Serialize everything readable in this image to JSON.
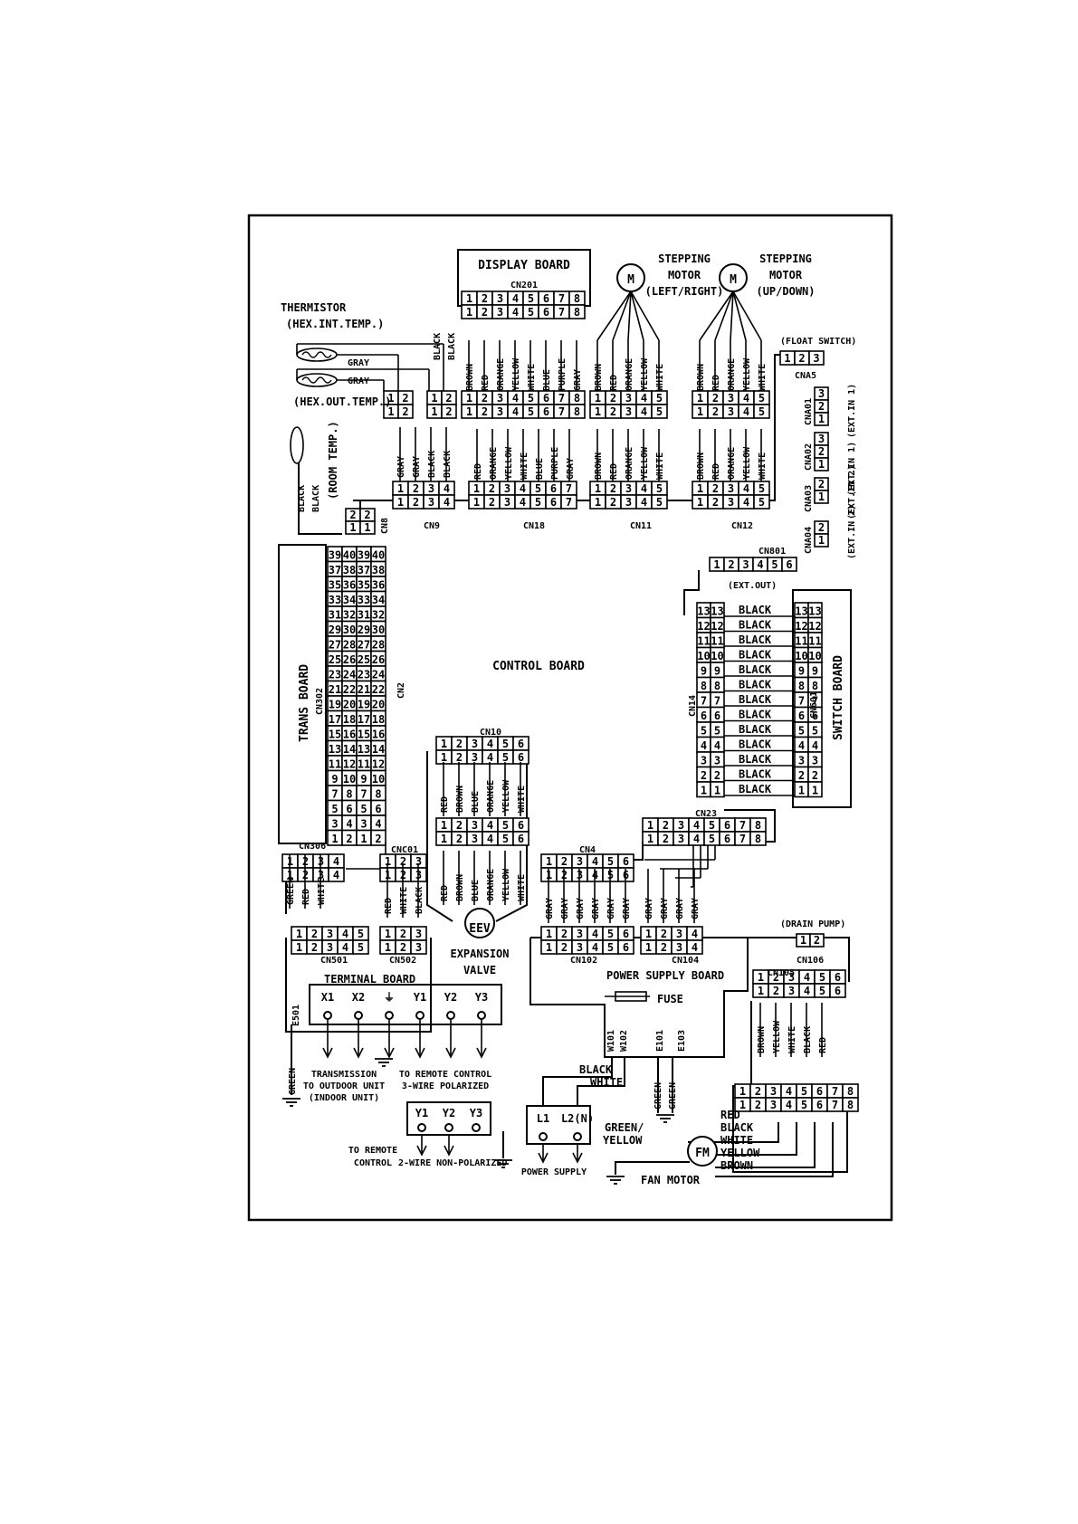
{
  "labels": {
    "display_board": "DISPLAY BOARD",
    "cn201": "CN201",
    "stepping_motor_lr": [
      "STEPPING",
      "MOTOR",
      "(LEFT/RIGHT)"
    ],
    "stepping_motor_ud": [
      "STEPPING",
      "MOTOR",
      "(UP/DOWN)"
    ],
    "motor_symbol": "M",
    "thermistor": "THERMISTOR",
    "hex_int_temp": "(HEX.INT.TEMP.)",
    "hex_out_temp": "(HEX.OUT.TEMP.)",
    "room_temp": "(ROOM TEMP.)",
    "float_switch": "(FLOAT SWITCH)",
    "cna5": "CNA5",
    "cna01": "CNA01",
    "cna02": "CNA02",
    "cna03": "CNA03",
    "cna04": "CNA04",
    "ext_in1": "(EXT.IN 1)",
    "ext_in2": "(EXT.IN 2)",
    "cn9": "CN9",
    "cn8": "CN8",
    "cn18": "CN18",
    "cn11": "CN11",
    "cn12": "CN12",
    "cn801": "CN801",
    "ext_out": "(EXT.OUT)",
    "control_board": "CONTROL BOARD",
    "trans_board": "TRANS BOARD",
    "cn302": "CN302",
    "cn2": "CN2",
    "cn14": "CN14",
    "cn601": "CN601",
    "switch_board": "SWITCH BOARD",
    "cn10": "CN10",
    "cn306": "CN306",
    "cnc01": "CNC01",
    "cn4": "CN4",
    "cn23": "CN23",
    "eev": "EEV",
    "expansion_valve": [
      "EXPANSION",
      "VALVE"
    ],
    "cn501": "CN501",
    "cn502": "CN502",
    "cn102": "CN102",
    "cn104": "CN104",
    "cn106": "CN106",
    "drain_pump": "(DRAIN PUMP)",
    "terminal_board": "TERMINAL BOARD",
    "power_supply_board": "POWER SUPPLY BOARD",
    "cn105": "CN105",
    "fuse": "FUSE",
    "e501": "E501",
    "w101": "W101",
    "w102": "W102",
    "e101": "E101",
    "e103": "E103",
    "terminals": [
      "X1",
      "X2",
      "⏚",
      "Y1",
      "Y2",
      "Y3"
    ],
    "transmission": [
      "TRANSMISSION",
      "TO OUTDOOR UNIT",
      "(INDOOR UNIT)"
    ],
    "remote_3wire": [
      "TO REMOTE CONTROL",
      "3-WIRE POLARIZED"
    ],
    "remote_terms": [
      "Y1",
      "Y2",
      "Y3"
    ],
    "remote_2wire_a": [
      "TO REMOTE",
      "CONTROL"
    ],
    "remote_2wire_b": "2-WIRE NON-POLARIZED",
    "power_terms": [
      "L1",
      "L2(N)"
    ],
    "power_supply": "POWER SUPPLY",
    "green_yellow": [
      "GREEN/",
      "YELLOW"
    ],
    "fan_motor": "FAN MOTOR",
    "fm": "FM"
  },
  "wires": {
    "thermistor_gray": [
      "GRAY",
      "GRAY"
    ],
    "cn9_top": [
      "BLACK",
      "BLACK"
    ],
    "cn9_bottom": [
      "GRAY",
      "GRAY",
      "BLACK",
      "BLACK"
    ],
    "room": [
      "BLACK",
      "BLACK"
    ],
    "display": [
      "BROWN",
      "RED",
      "ORANGE",
      "YELLOW",
      "WHITE",
      "BLUE",
      "PURPLE",
      "GRAY"
    ],
    "cn18": [
      "RED",
      "ORANGE",
      "YELLOW",
      "WHITE",
      "BLUE",
      "PURPLE",
      "GRAY"
    ],
    "stepper": [
      "BROWN",
      "RED",
      "ORANGE",
      "YELLOW",
      "WHITE"
    ],
    "cn14": [
      "BLACK",
      "BLACK",
      "BLACK",
      "BLACK",
      "BLACK",
      "BLACK",
      "BLACK",
      "BLACK",
      "BLACK",
      "BLACK",
      "BLACK",
      "BLACK",
      "BLACK"
    ],
    "cn10": [
      "RED",
      "BROWN",
      "BLUE",
      "ORANGE",
      "YELLOW",
      "WHITE"
    ],
    "cnc01": [
      "RED",
      "BROWN",
      "BLUE",
      "ORANGE",
      "YELLOW",
      "WHITE"
    ],
    "cn306": [
      "GREEN",
      "RED",
      "WHITE"
    ],
    "cn502": [
      "RED",
      "WHITE",
      "BLACK"
    ],
    "cn102": [
      "GRAY",
      "GRAY",
      "GRAY",
      "GRAY",
      "GRAY",
      "GRAY"
    ],
    "cn104": [
      "GRAY",
      "GRAY",
      "GRAY",
      "GRAY"
    ],
    "cn105": [
      "BROWN",
      "YELLOW",
      "WHITE",
      "BLACK",
      "RED"
    ],
    "power": [
      "BLACK",
      "WHITE"
    ],
    "ground": [
      "GREEN",
      "GREEN",
      "GREEN"
    ],
    "fan": [
      "RED",
      "BLACK",
      "WHITE",
      "YELLOW",
      "BROWN"
    ]
  }
}
